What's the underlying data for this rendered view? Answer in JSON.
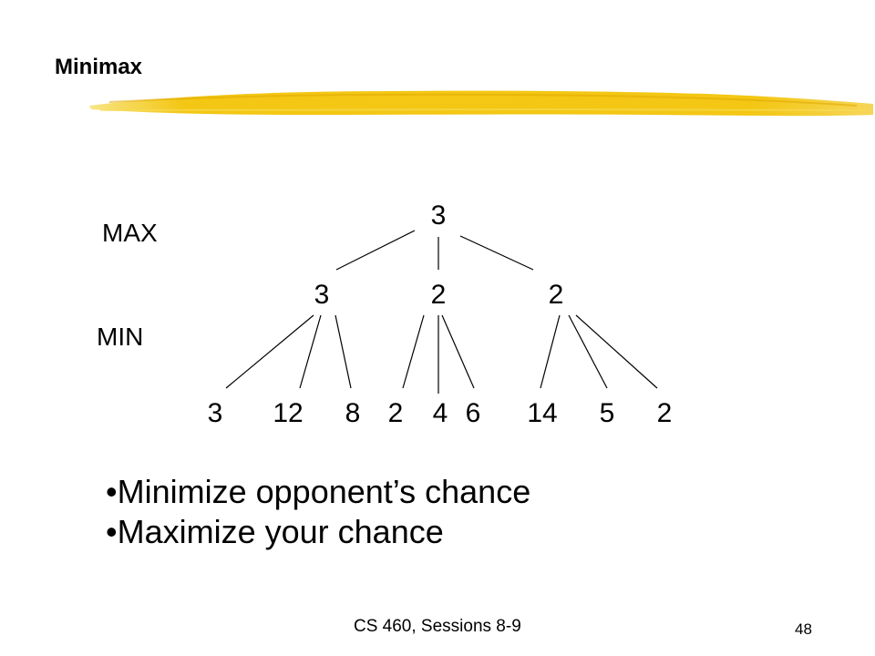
{
  "slide": {
    "title": "Minimax",
    "footer": "CS 460,  Sessions 8-9",
    "page_number": "48",
    "highlight_color": "#F2C200"
  },
  "tree": {
    "level_labels": {
      "max": "MAX",
      "min": "MIN"
    },
    "root": {
      "value": "3"
    },
    "min_nodes": [
      {
        "value": "3",
        "leaves": [
          "3",
          "12",
          "8"
        ]
      },
      {
        "value": "2",
        "leaves": [
          "2",
          "4",
          "6"
        ]
      },
      {
        "value": "2",
        "leaves": [
          "14",
          "5",
          "2"
        ]
      }
    ]
  },
  "bullets": [
    "Minimize opponent’s chance",
    "Maximize your chance"
  ]
}
